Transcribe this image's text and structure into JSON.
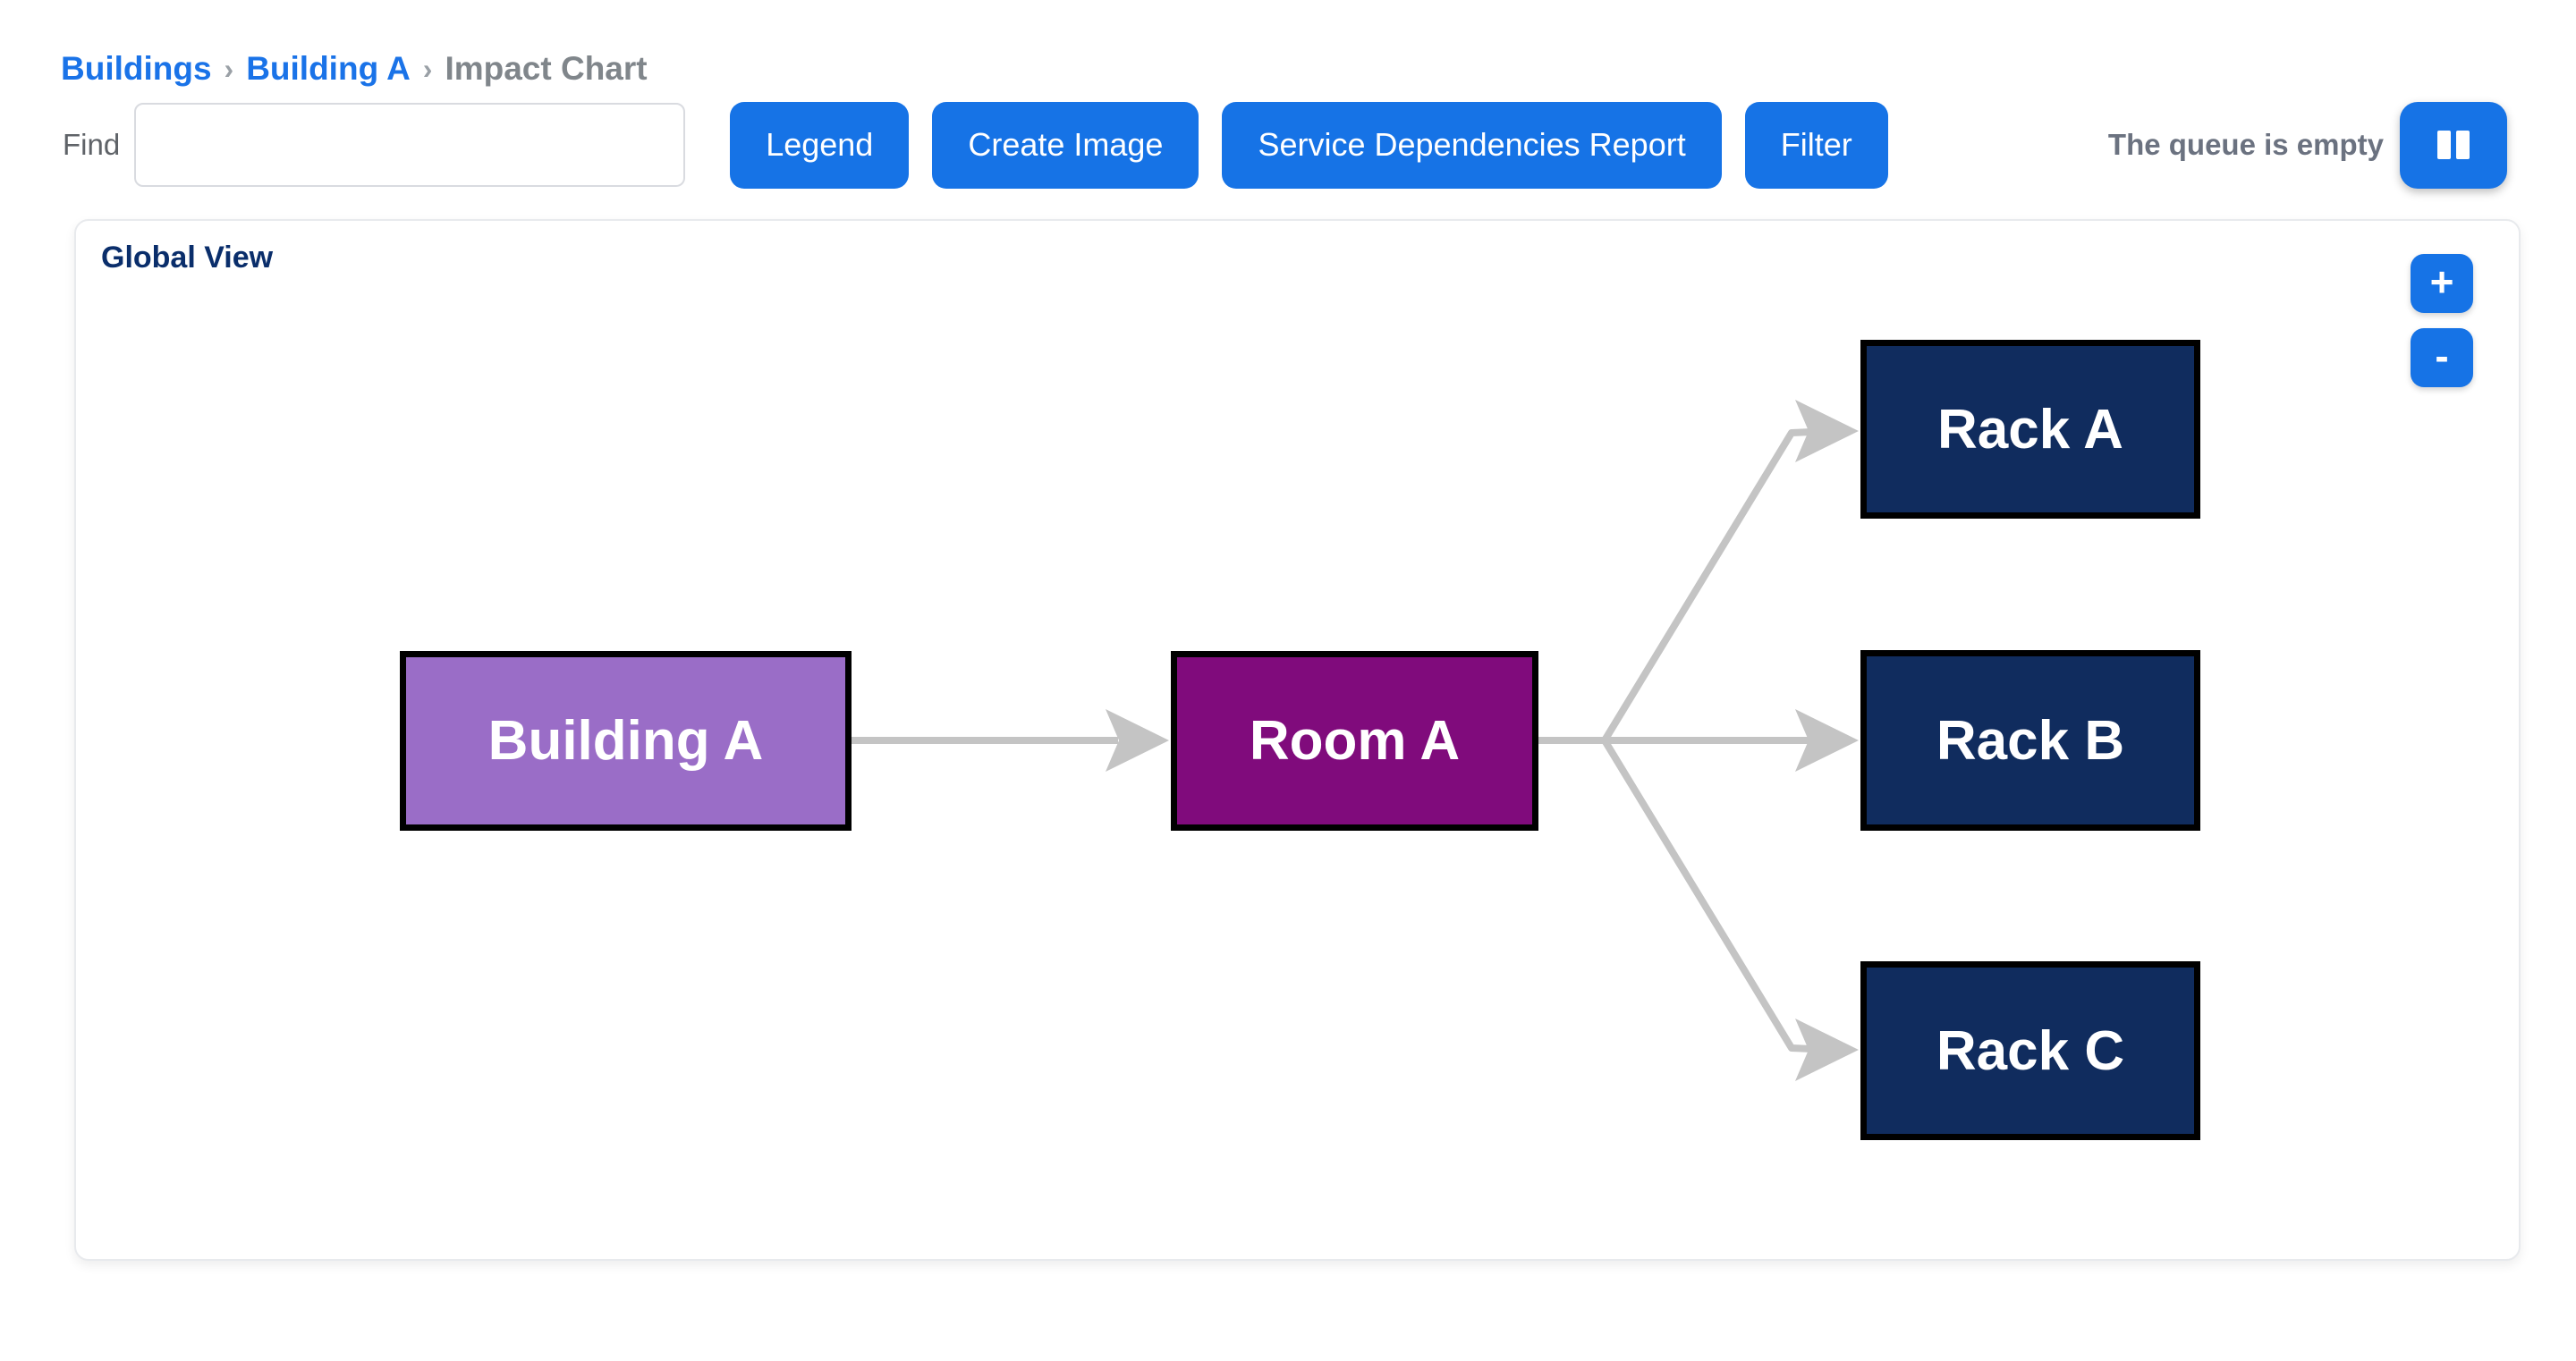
{
  "breadcrumb": {
    "separator": "›",
    "items": [
      {
        "label": "Buildings",
        "type": "link"
      },
      {
        "label": "Building A",
        "type": "link"
      },
      {
        "label": "Impact Chart",
        "type": "current"
      }
    ]
  },
  "toolbar": {
    "find_label": "Find",
    "find_value": "",
    "buttons": [
      "Legend",
      "Create Image",
      "Service Dependencies Report",
      "Filter"
    ],
    "queue_status": "The queue is empty",
    "queue_icon": "pause-icon"
  },
  "panel": {
    "title": "Global View",
    "zoom_in_label": "+",
    "zoom_out_label": "-"
  },
  "diagram": {
    "edge_color": "#c4c4c4",
    "nodes": [
      {
        "id": "building-a",
        "label": "Building A",
        "color": "#9a6dc7",
        "text_color": "#ffffff"
      },
      {
        "id": "room-a",
        "label": "Room A",
        "color": "#800b7c",
        "text_color": "#ffffff"
      },
      {
        "id": "rack-a",
        "label": "Rack A",
        "color": "#102c5e",
        "text_color": "#ffffff"
      },
      {
        "id": "rack-b",
        "label": "Rack B",
        "color": "#102c5e",
        "text_color": "#ffffff"
      },
      {
        "id": "rack-c",
        "label": "Rack C",
        "color": "#102c5e",
        "text_color": "#ffffff"
      }
    ],
    "edges": [
      {
        "from": "building-a",
        "to": "room-a"
      },
      {
        "from": "room-a",
        "to": "rack-a"
      },
      {
        "from": "room-a",
        "to": "rack-b"
      },
      {
        "from": "room-a",
        "to": "rack-c"
      }
    ]
  },
  "colors": {
    "primary_blue": "#1673e6",
    "link_blue": "#1a73e8",
    "breadcrumb_gray": "#80868b",
    "label_gray": "#5f6368",
    "title_navy": "#0a2e6b",
    "node_border": "#000000"
  }
}
